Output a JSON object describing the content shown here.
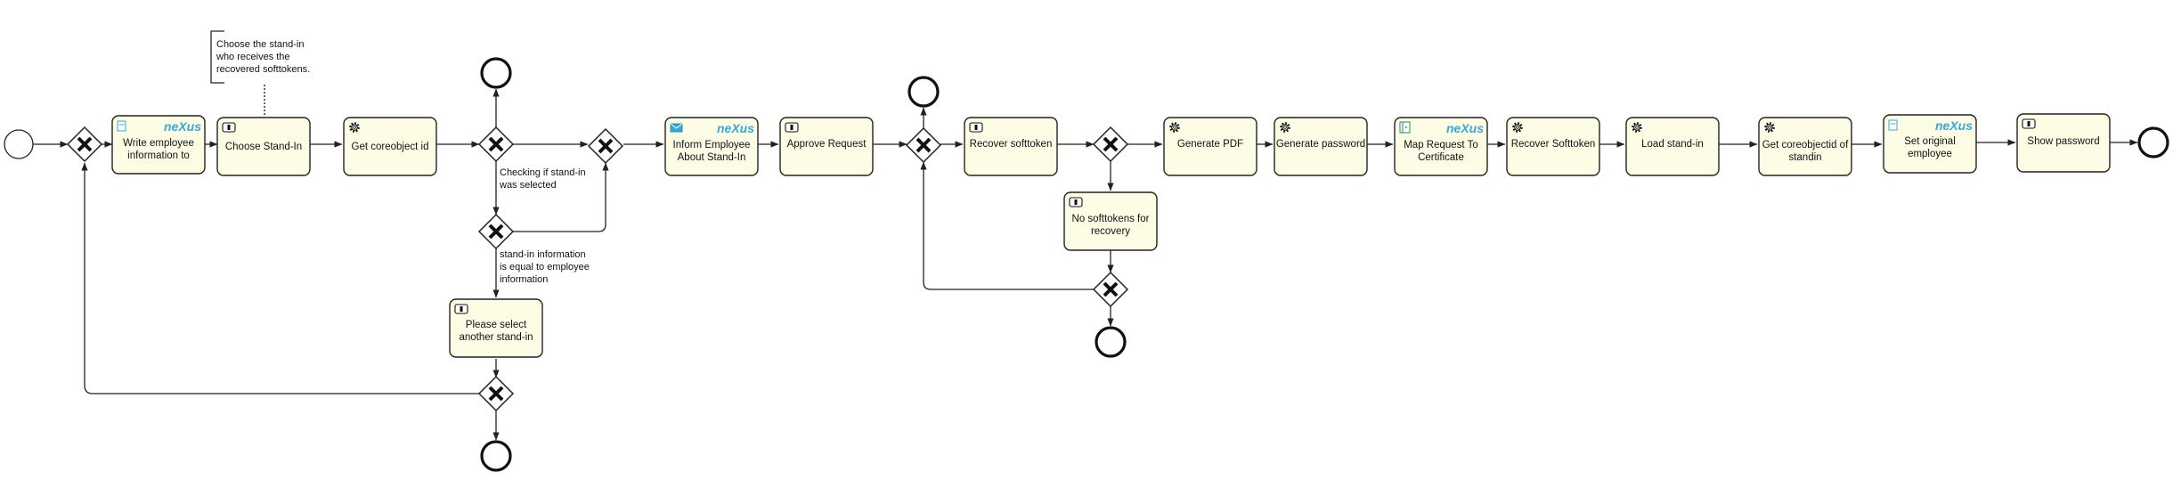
{
  "tasks": {
    "write_employee_info": {
      "line1": "Write employee",
      "line2": "information to",
      "type_icon": "form-icon",
      "brand": "neXus"
    },
    "choose_stand_in": {
      "label": "Choose Stand-In",
      "type_icon": "user-task-icon"
    },
    "get_coreobject_id": {
      "label": "Get coreobject id",
      "type_icon": "gear-icon"
    },
    "inform_employee": {
      "line1": "Inform Employee",
      "line2": "About Stand-In",
      "type_icon": "mail-icon",
      "brand": "neXus"
    },
    "approve_request": {
      "label": "Approve Request",
      "type_icon": "user-task-icon"
    },
    "recover_softtoken": {
      "label": "Recover softtoken",
      "type_icon": "user-task-icon"
    },
    "no_softtokens": {
      "line1": "No softtokens for",
      "line2": "recovery",
      "type_icon": "user-task-icon"
    },
    "please_select": {
      "line1": "Please select",
      "line2": "another stand-in",
      "type_icon": "user-task-icon"
    },
    "generate_pdf": {
      "label": "Generate PDF",
      "type_icon": "gear-icon"
    },
    "generate_password": {
      "label": "Generate password",
      "type_icon": "gear-icon"
    },
    "map_request": {
      "line1": "Map Request To",
      "line2": "Certificate",
      "type_icon": "certificate-icon",
      "brand": "neXus"
    },
    "recover_softtoken_2": {
      "label": "Recover Softtoken",
      "type_icon": "gear-icon"
    },
    "load_stand_in": {
      "label": "Load stand-in",
      "type_icon": "gear-icon"
    },
    "get_coreobjectid_standin": {
      "line1": "Get coreobjectid of",
      "line2": "standin",
      "type_icon": "gear-icon"
    },
    "set_original_employee": {
      "line1": "Set original",
      "line2": "employee",
      "type_icon": "form-icon",
      "brand": "neXus"
    },
    "show_password": {
      "label": "Show password",
      "type_icon": "user-task-icon"
    }
  },
  "annotation": {
    "line1": "Choose the stand-in",
    "line2": "who receives the",
    "line3": "recovered softtokens."
  },
  "conditions": {
    "standin_selected": {
      "line1": "Checking if stand-in",
      "line2": "was selected"
    },
    "standin_equal": {
      "line1": "stand-in information",
      "line2": "is equal to employee",
      "line3": "information"
    }
  },
  "colors": {
    "task_fill": "#fdfde6",
    "stroke": "#222222",
    "brand": "#36a9d6"
  }
}
